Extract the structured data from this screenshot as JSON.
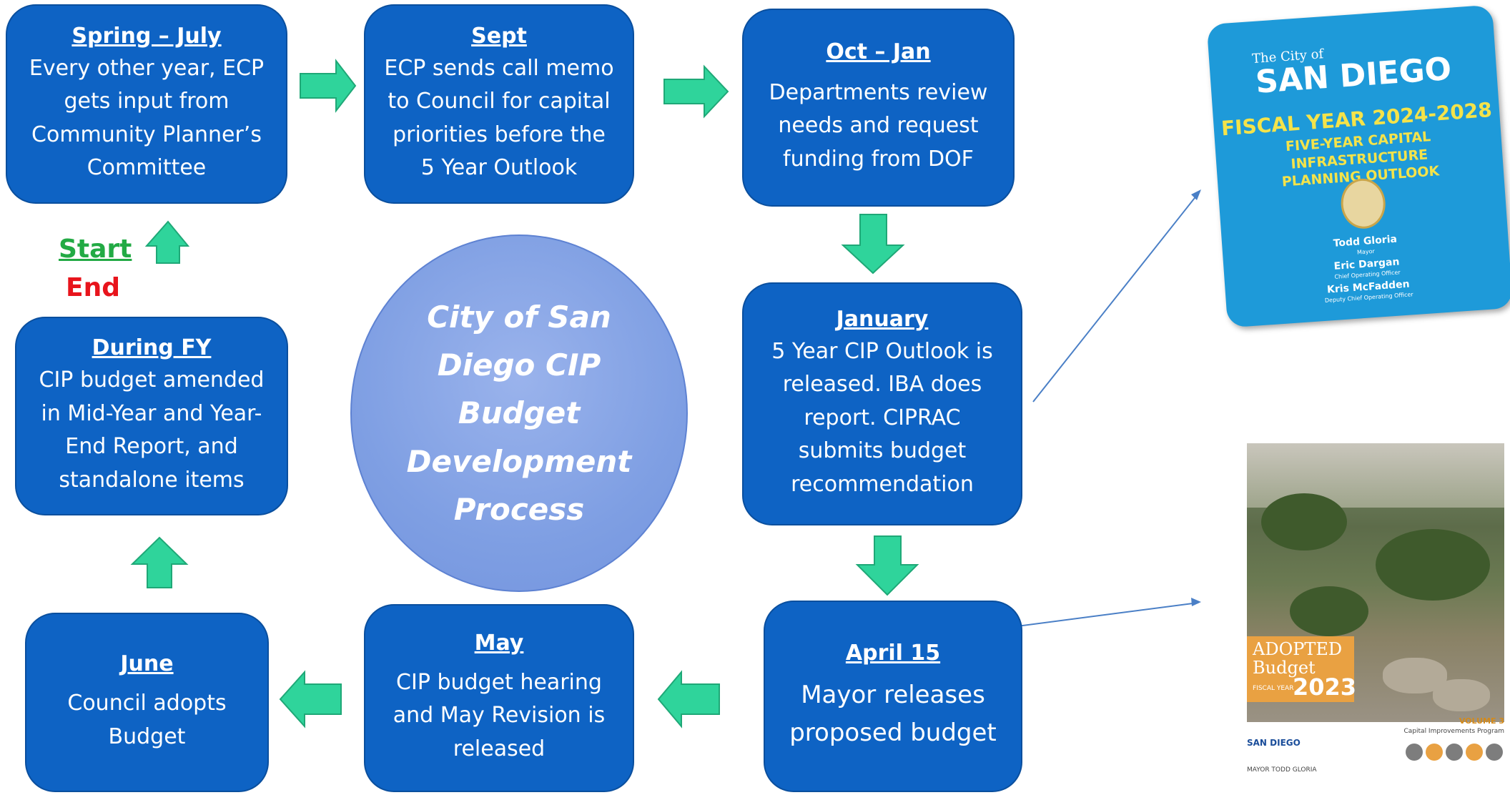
{
  "colors": {
    "box": "#0e63c4",
    "arrow": "#2fd49b",
    "circle": "#7f9fe3",
    "start": "#22aa44",
    "end": "#e8141c",
    "pointer": "#4a7fc6"
  },
  "boxes": {
    "spring": {
      "heading": "Spring – July",
      "lines": [
        "Every other year, ECP",
        "gets input from",
        "Community Planner’s",
        "Committee"
      ]
    },
    "sept": {
      "heading": "Sept",
      "lines": [
        "ECP sends call memo",
        "to Council for capital",
        "priorities before the",
        "5 Year Outlook"
      ]
    },
    "octjan": {
      "heading": "Oct – Jan",
      "lines": [
        "Departments review",
        "needs and request",
        "funding from DOF"
      ]
    },
    "january": {
      "heading": "January",
      "lines": [
        "5 Year CIP Outlook is",
        "released. IBA does",
        "report. CIPRAC",
        "submits budget",
        "recommendation"
      ]
    },
    "april": {
      "heading": "April 15",
      "lines": [
        "Mayor releases",
        "proposed budget"
      ]
    },
    "may": {
      "heading": "May",
      "lines": [
        "CIP budget hearing",
        "and May Revision is",
        "released"
      ]
    },
    "june": {
      "heading": "June",
      "lines": [
        "Council adopts",
        "Budget"
      ]
    },
    "duringfy": {
      "heading": "During FY",
      "lines": [
        "CIP budget amended",
        "in Mid-Year and Year-",
        "End Report, and",
        "standalone items"
      ]
    }
  },
  "start_label": "Start",
  "end_label": "End",
  "center": {
    "lines": [
      "City of San",
      "Diego CIP",
      "Budget",
      "Development",
      "Process"
    ]
  },
  "outlook_doc": {
    "city_small": "The City of",
    "city": "SAN DIEGO",
    "fy": "FISCAL YEAR 2024-2028",
    "subtitle_1": "FIVE-YEAR CAPITAL INFRASTRUCTURE",
    "subtitle_2": "PLANNING OUTLOOK",
    "people": [
      {
        "name": "Todd Gloria",
        "role": "Mayor"
      },
      {
        "name": "Eric Dargan",
        "role": "Chief Operating Officer"
      },
      {
        "name": "Kris McFadden",
        "role": "Deputy Chief Operating Officer"
      }
    ]
  },
  "budget_doc": {
    "adopted": "ADOPTED",
    "budget": "Budget",
    "fiscal_year": "FISCAL YEAR",
    "year": "2023",
    "volume": "VOLUME 3",
    "program": "Capital Improvements Program",
    "city": "SAN DIEGO",
    "mayor": "MAYOR TODD GLORIA"
  }
}
